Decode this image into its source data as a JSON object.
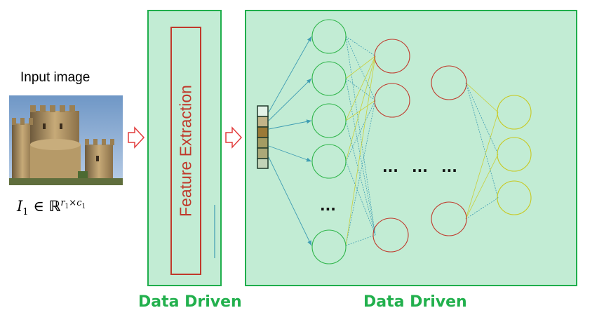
{
  "input": {
    "label": "Input image",
    "formula": {
      "symbol": "I",
      "subscript": "1",
      "relation": "∈",
      "space": "ℝ",
      "exp_r": "r",
      "exp_r_sub": "1",
      "times": "×",
      "exp_c": "c",
      "exp_c_sub": "1"
    }
  },
  "feature_box": {
    "label": "Feature Extraction"
  },
  "captions": {
    "left": "Data Driven",
    "right": "Data Driven"
  },
  "ellipsis": {
    "symbol": "..."
  },
  "colors": {
    "panel_fill": "#c2ecd4",
    "panel_border": "#1fae4c",
    "feature_red": "#c0392b",
    "caption_green": "#22b04d",
    "node_green": "#2fb54a",
    "node_red": "#c0392b",
    "node_yellow": "#c8c81e",
    "edge_blue": "#3f9db3",
    "edge_yellow": "#c9cf3a",
    "arrow_red": "#e23b3b"
  }
}
